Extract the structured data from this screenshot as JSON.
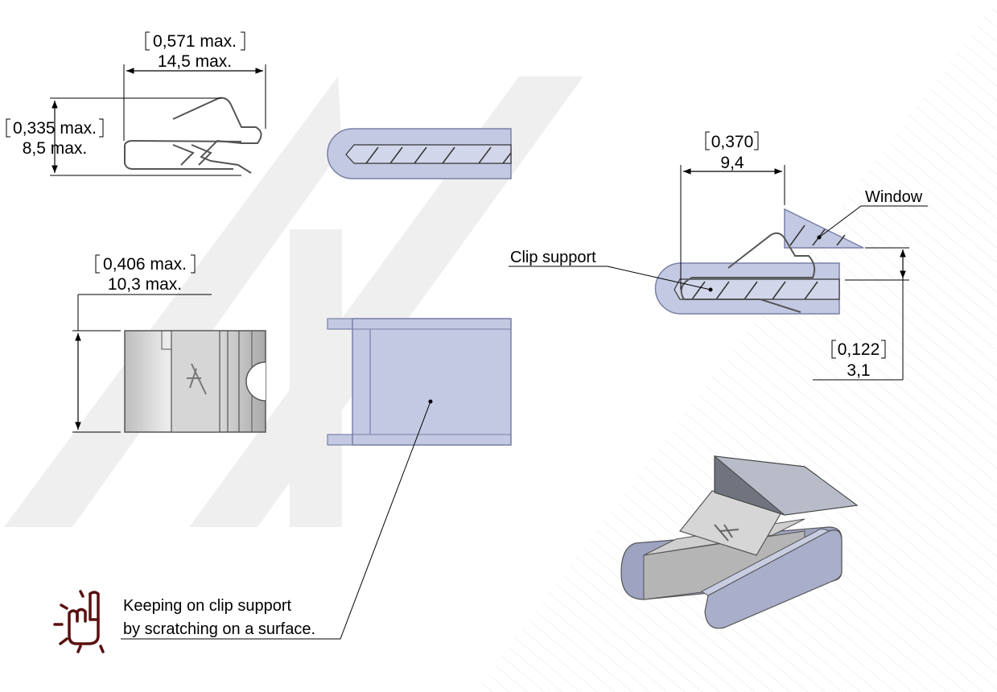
{
  "dimensions": {
    "top_width": {
      "inch": "0,571 max.",
      "mm": "14,5 max."
    },
    "top_height": {
      "inch": "0,335 max.",
      "mm": "8,5 max."
    },
    "front_height": {
      "inch": "0,406 max.",
      "mm": "10,3 max."
    },
    "install_width": {
      "inch": "0,370",
      "mm": "9,4"
    },
    "window_thickness": {
      "inch": "0,122",
      "mm": "3,1"
    }
  },
  "labels": {
    "window": "Window",
    "clip_support": "Clip support"
  },
  "note": {
    "line1": "Keeping on clip support",
    "line2": "by scratching on a surface."
  },
  "colors": {
    "part_fill": "#c3c9e2",
    "part_stroke": "#7a80a8",
    "metal": "#d8d8d8",
    "hatch_bg": "#d2d6ea",
    "watermark": "#efefef",
    "icon": "#5a1010"
  },
  "icons": [
    "hand-pointing-icon"
  ]
}
